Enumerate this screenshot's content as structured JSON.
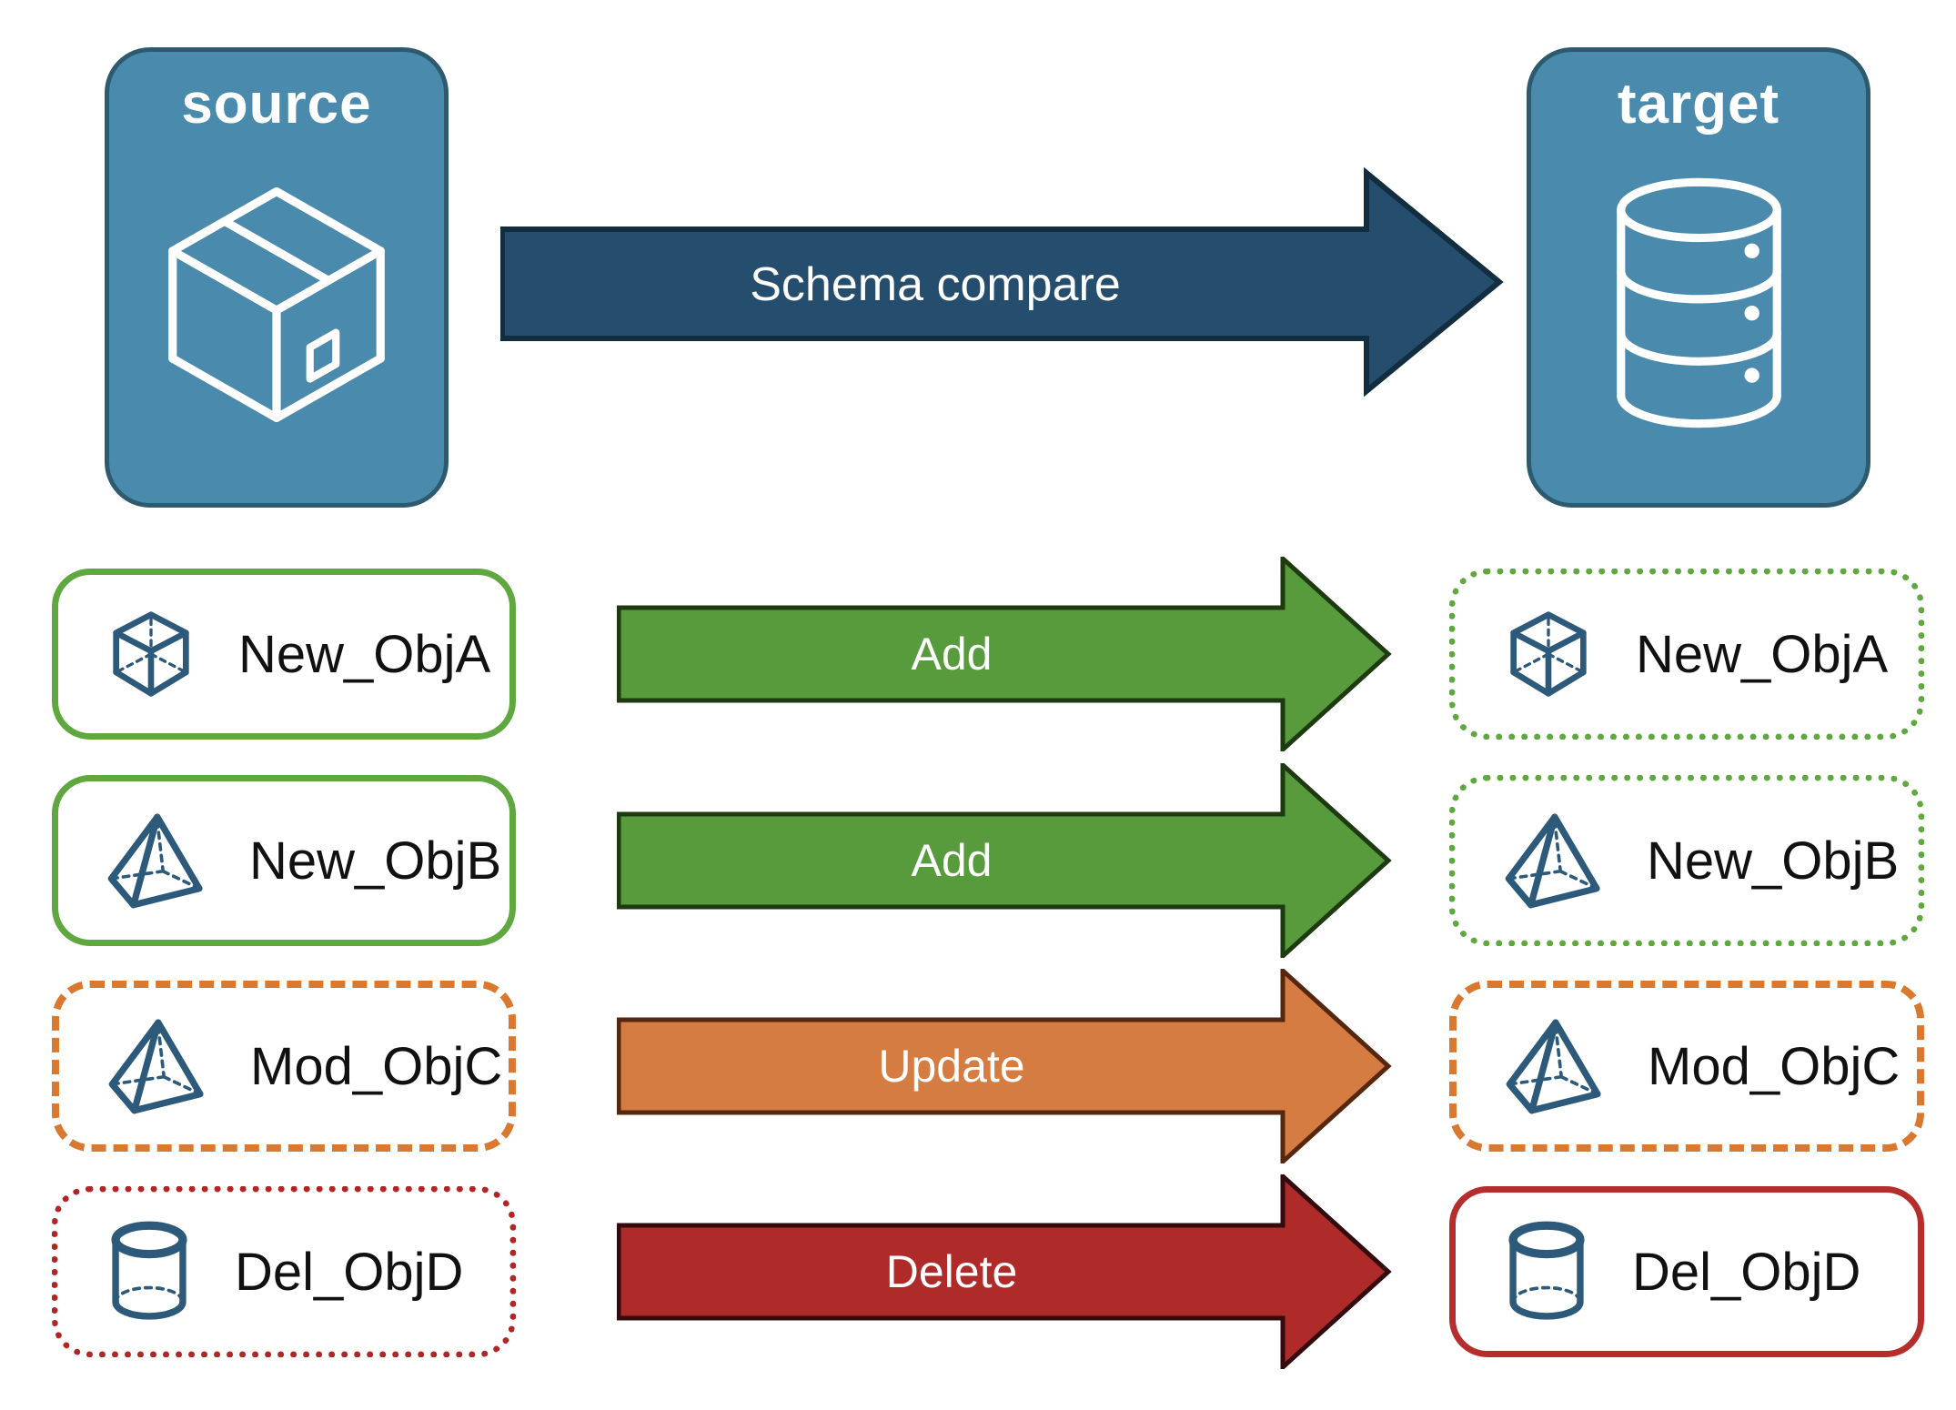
{
  "diagram": {
    "type": "schema-compare-flow",
    "source_node": {
      "label": "source",
      "icon": "package-box-icon",
      "fill": "#4a8aad",
      "border": "#2d5a6e"
    },
    "target_node": {
      "label": "target",
      "icon": "database-icon",
      "fill": "#4a8aad",
      "border": "#2d5a6e"
    },
    "compare_arrow": {
      "label": "Schema compare",
      "fill": "#254e6e",
      "outline": "#122c40",
      "direction": "source-to-target"
    }
  },
  "rows": [
    {
      "object": "New_ObjA",
      "icon": "cube-icon",
      "source_box": {
        "label": "New_ObjA",
        "border_style": "solid",
        "border_color": "#5fa73f"
      },
      "action": {
        "label": "Add",
        "fill": "#579b3d",
        "outline": "#1d3a10"
      },
      "target_box": {
        "label": "New_ObjA",
        "border_style": "dotted",
        "border_color": "#5fa73f"
      }
    },
    {
      "object": "New_ObjB",
      "icon": "pyramid-icon",
      "source_box": {
        "label": "New_ObjB",
        "border_style": "solid",
        "border_color": "#5fa73f"
      },
      "action": {
        "label": "Add",
        "fill": "#579b3d",
        "outline": "#1d3a10"
      },
      "target_box": {
        "label": "New_ObjB",
        "border_style": "dotted",
        "border_color": "#5fa73f"
      }
    },
    {
      "object": "Mod_ObjC",
      "icon": "pyramid-icon",
      "source_box": {
        "label": "Mod_ObjC",
        "border_style": "dashed",
        "border_color": "#d9782f"
      },
      "action": {
        "label": "Update",
        "fill": "#d57c42",
        "outline": "#55270e"
      },
      "target_box": {
        "label": "Mod_ObjC",
        "border_style": "dashed",
        "border_color": "#d9782f"
      }
    },
    {
      "object": "Del_ObjD",
      "icon": "cylinder-icon",
      "source_box": {
        "label": "Del_ObjD",
        "border_style": "dotted",
        "border_color": "#b22525"
      },
      "action": {
        "label": "Delete",
        "fill": "#af2b29",
        "outline": "#320b0e"
      },
      "target_box": {
        "label": "Del_ObjD",
        "border_style": "solid",
        "border_color": "#b52e2c"
      }
    }
  ],
  "colors": {
    "node_blue": "#4a8aad",
    "icon_blue": "#2d5a7b",
    "compare_blue": "#254e6e",
    "add_green": "#579b3d",
    "update_orange": "#d57c42",
    "delete_red": "#af2b29",
    "background": "#ffffff"
  }
}
